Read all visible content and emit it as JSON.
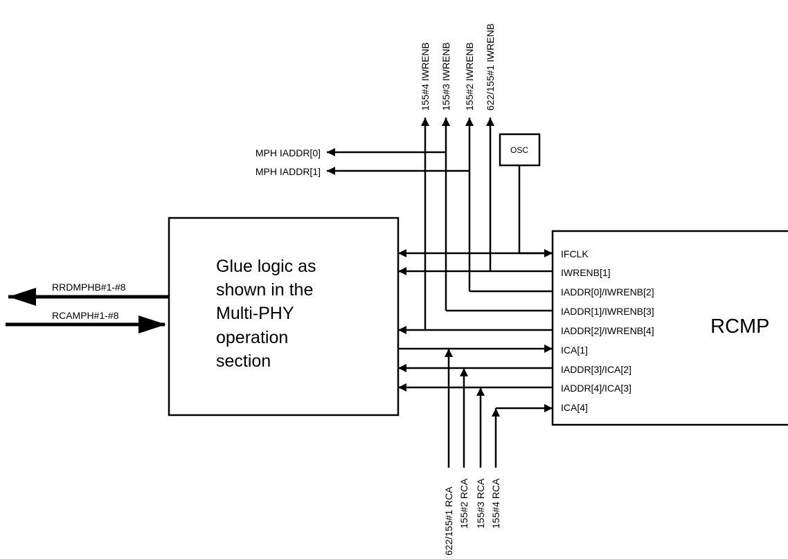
{
  "glue_block": {
    "lines": [
      "Glue logic as",
      "shown in the",
      "Multi-PHY",
      "operation",
      "section"
    ]
  },
  "rcmp": {
    "title": "RCMP",
    "ports": [
      "IFCLK",
      "IWRENB[1]",
      "IADDR[0]/IWRENB[2]",
      "IADDR[1]/IWRENB[3]",
      "IADDR[2]/IWRENB[4]",
      "ICA[1]",
      "IADDR[3]/ICA[2]",
      "IADDR[4]/ICA[3]",
      "ICA[4]"
    ]
  },
  "osc": {
    "label": "OSC"
  },
  "left_signals": {
    "out": "RRDMPHB#1-#8",
    "in": "RCAMPH#1-#8"
  },
  "mph_addr": [
    "MPH IADDR[0]",
    "MPH IADDR[1]"
  ],
  "top_signals": [
    "155#4 IWRENB",
    "155#3 IWRENB",
    "155#2 IWRENB",
    "622/155#1 IWRENB"
  ],
  "bottom_signals": [
    "622/155#1 RCA",
    "155#2 RCA",
    "155#3 RCA",
    "155#4 RCA"
  ]
}
